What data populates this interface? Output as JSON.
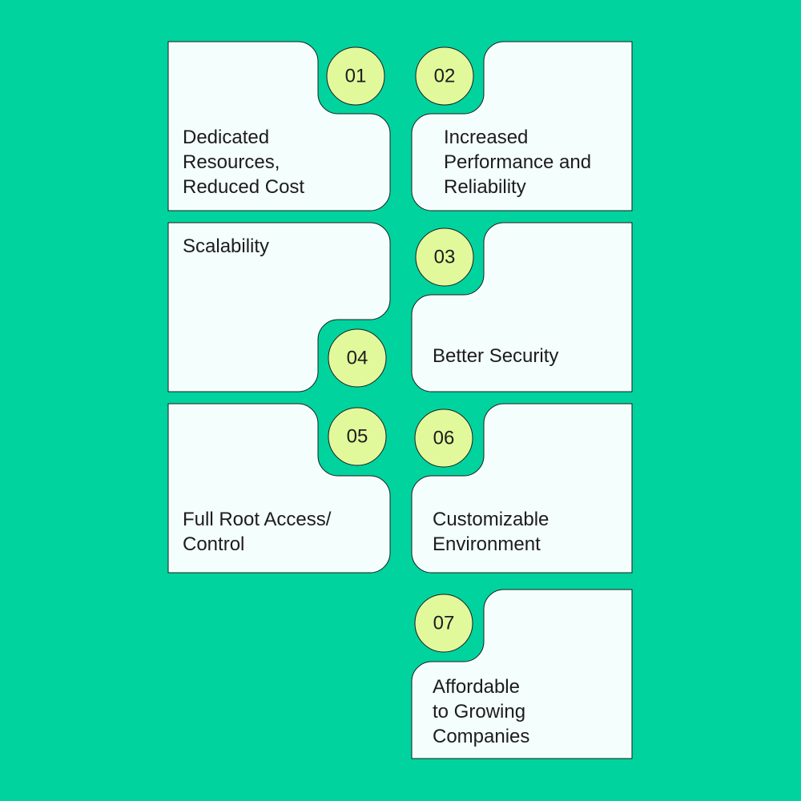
{
  "colors": {
    "background": "#00D39E",
    "card_fill": "#F4FEFC",
    "card_stroke": "#1C1C1C",
    "badge_fill": "#E2F99B",
    "text": "#1C1C1C"
  },
  "items": [
    {
      "number": "01",
      "text": "Dedicated\nResources,\nReduced Cost"
    },
    {
      "number": "02",
      "text": "Increased\nPerformance and\nReliability"
    },
    {
      "number": "03",
      "text": "Better Security"
    },
    {
      "number": "04",
      "text": "Scalability"
    },
    {
      "number": "05",
      "text": "Full Root Access/\nControl"
    },
    {
      "number": "06",
      "text": "Customizable\nEnvironment"
    },
    {
      "number": "07",
      "text": "Affordable\nto Growing\nCompanies"
    }
  ]
}
